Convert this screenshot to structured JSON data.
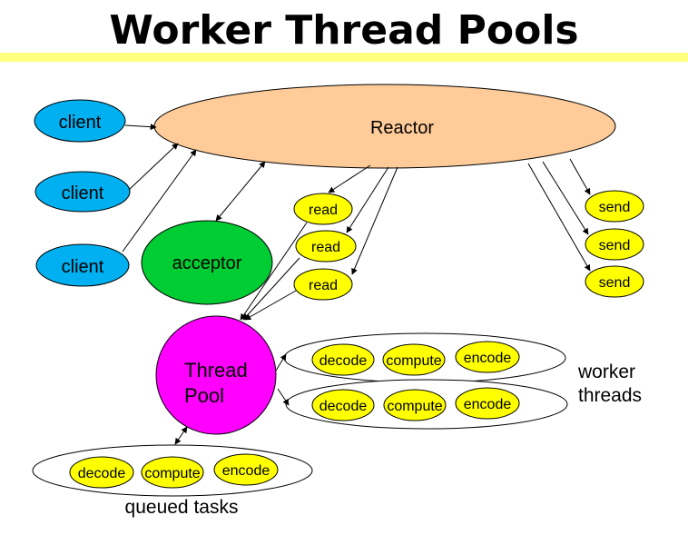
{
  "slide": {
    "title": "Worker Thread Pools"
  },
  "diagram": {
    "reactor": "Reactor",
    "clients": [
      "client",
      "client",
      "client"
    ],
    "acceptor": "acceptor",
    "reads": [
      "read",
      "read",
      "read"
    ],
    "sends": [
      "send",
      "send",
      "send"
    ],
    "thread_pool_line1": "Thread",
    "thread_pool_line2": "Pool",
    "worker_group_1": [
      "decode",
      "compute",
      "encode"
    ],
    "worker_group_2": [
      "decode",
      "compute",
      "encode"
    ],
    "queued_group": [
      "decode",
      "compute",
      "encode"
    ],
    "worker_label_line1": "worker",
    "worker_label_line2": "threads",
    "queued_label": "queued tasks"
  },
  "colors": {
    "title_underline": "#ffff80",
    "reactor_fill": "#ffcc99",
    "client_fill": "#00b0f0",
    "acceptor_fill": "#00cc33",
    "task_fill": "#ffff00",
    "pool_fill": "#ff00ff",
    "stroke": "#000000"
  }
}
